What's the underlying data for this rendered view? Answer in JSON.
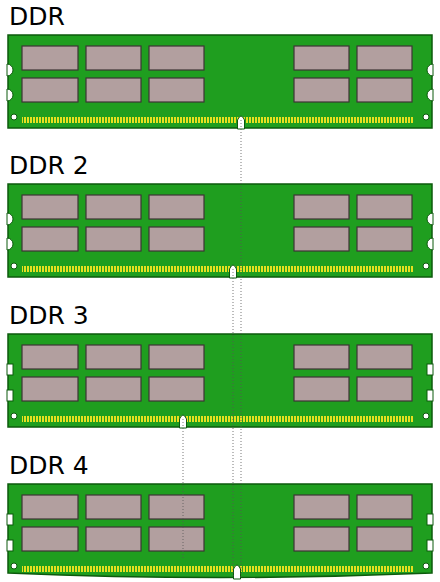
{
  "diagram": {
    "labels": [
      "DDR",
      "DDR 2",
      "DDR 3",
      "DDR 4"
    ]
  }
}
